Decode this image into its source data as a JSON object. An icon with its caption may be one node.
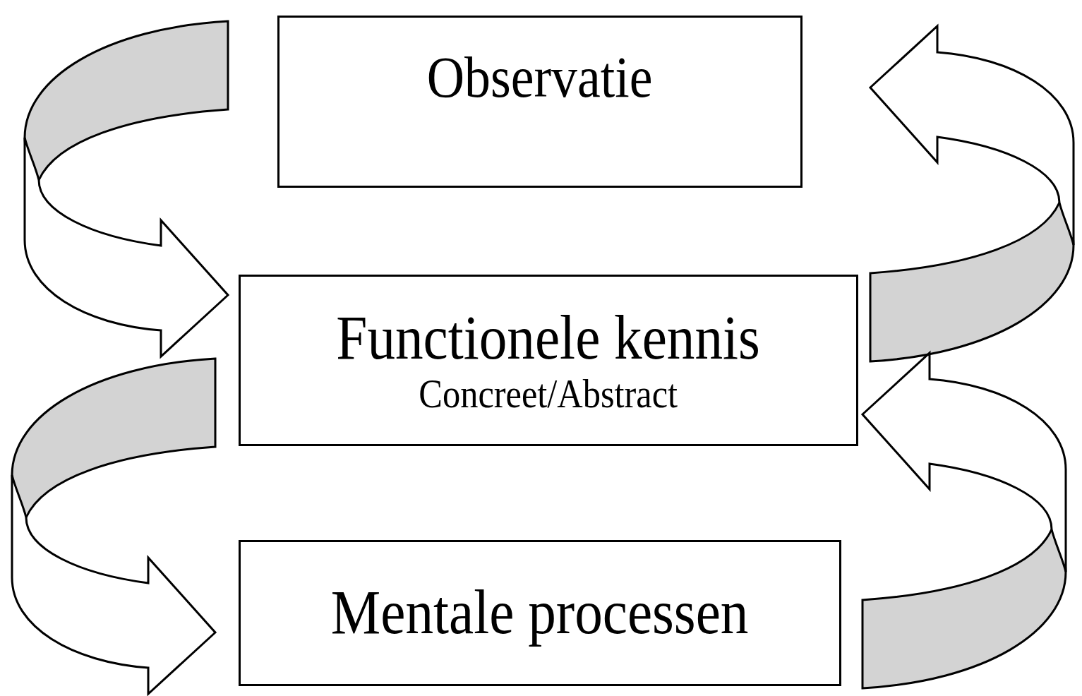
{
  "diagram": {
    "nodes": [
      {
        "text": [
          "Observatie"
        ]
      },
      {
        "text": [
          "Functionele kennis",
          "Concreet/Abstract"
        ]
      },
      {
        "text": [
          "Mentale processen"
        ]
      }
    ],
    "edges": [
      {
        "from": 0,
        "to": 1,
        "arrow": "to"
      },
      {
        "from": 1,
        "to": 2,
        "arrow": "to"
      },
      {
        "from": 1,
        "to": 0,
        "arrow": "to"
      },
      {
        "from": 2,
        "to": 1,
        "arrow": "to"
      }
    ]
  }
}
